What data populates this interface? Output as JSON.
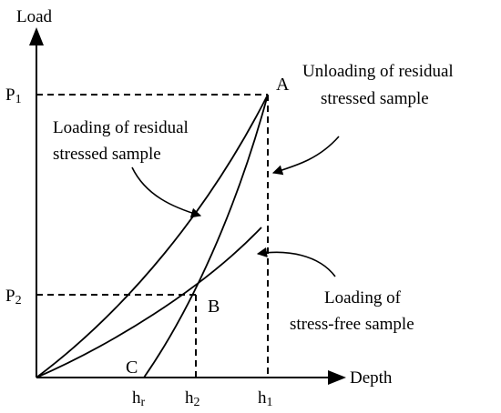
{
  "axes": {
    "y_label": "Load",
    "x_label": "Depth"
  },
  "ticks": {
    "p1": {
      "main": "P",
      "sub": "1"
    },
    "p2": {
      "main": "P",
      "sub": "2"
    },
    "hr": {
      "main": "h",
      "sub": "r"
    },
    "h2": {
      "main": "h",
      "sub": "2"
    },
    "h1": {
      "main": "h",
      "sub": "1"
    }
  },
  "points": {
    "a": "A",
    "b": "B",
    "c": "C"
  },
  "annotations": {
    "unloading_line1": "Unloading of residual",
    "unloading_line2": "stressed sample",
    "loading_residual_line1": "Loading of residual",
    "loading_residual_line2": "stressed sample",
    "loading_free_line1": "Loading of",
    "loading_free_line2": "stress-free sample"
  }
}
